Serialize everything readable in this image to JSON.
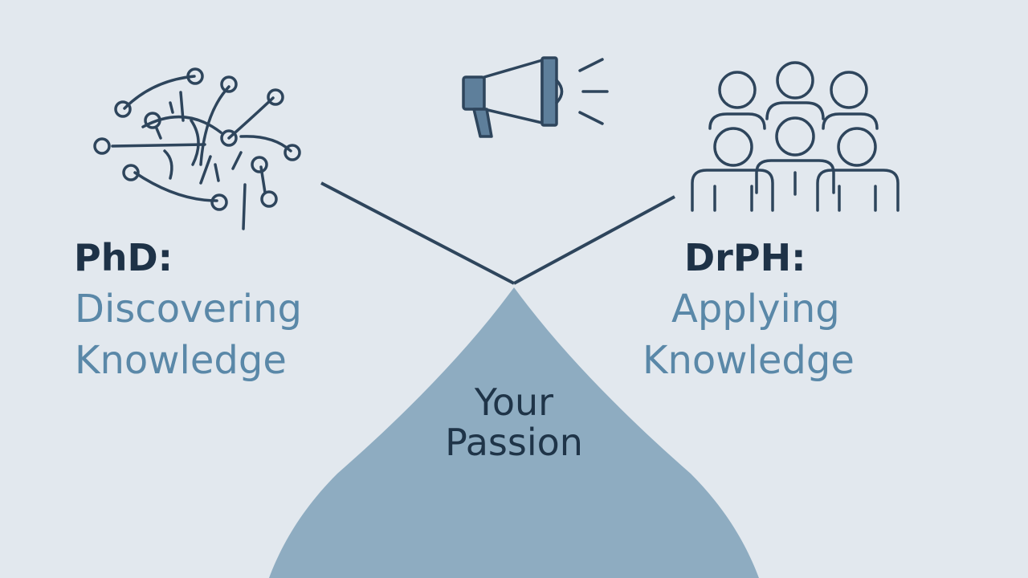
{
  "colors": {
    "background": "#e2e8ee",
    "drop": "#8eacc1",
    "stroke": "#2e455c",
    "heading": "#1e3247",
    "accent_text": "#5a88a8"
  },
  "left": {
    "icon": "network-brain-icon",
    "heading": "PhD:",
    "line1": "Discovering",
    "line2": "Knowledge"
  },
  "right": {
    "icon": "group-of-people-icon",
    "heading": "DrPH:",
    "line1": "Applying",
    "line2": "Knowledge"
  },
  "top_icon": "megaphone-icon",
  "center": {
    "line1": "Your",
    "line2": "Passion"
  }
}
